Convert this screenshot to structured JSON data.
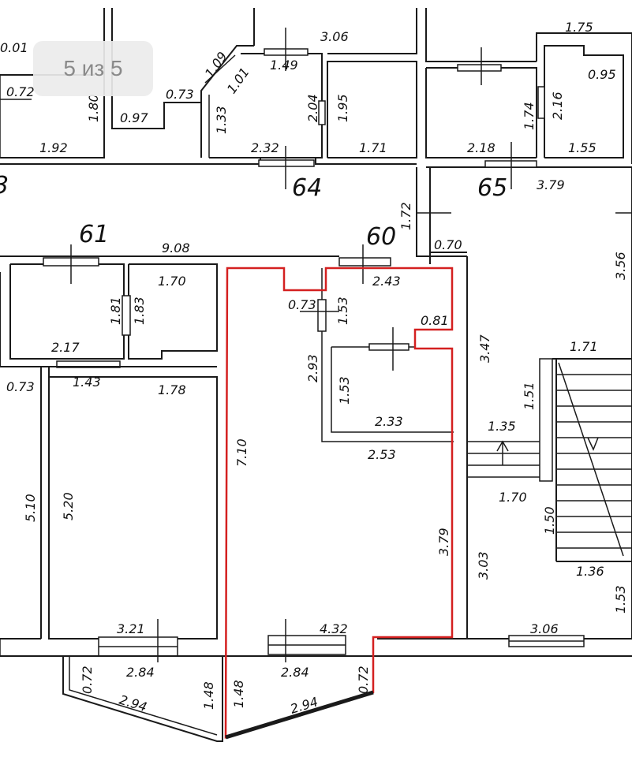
{
  "viewer": {
    "counter": "5 из 5"
  },
  "rooms": {
    "r61": "61",
    "r60": "60",
    "r64": "64",
    "r65": "65",
    "r_edge": "3"
  },
  "dims": {
    "d_001": "0.01",
    "d_072a": "0.72",
    "d_180": "1.80",
    "d_192": "1.92",
    "d_097": "0.97",
    "d_073a": "0.73",
    "d_109": "1.09",
    "d_101": "1.01",
    "d_149": "1.49",
    "d_306a": "3.06",
    "d_133": "1.33",
    "d_204": "2.04",
    "d_195": "1.95",
    "d_232": "2.32",
    "d_171a": "1.71",
    "d_175": "1.75",
    "d_095": "0.95",
    "d_174": "1.74",
    "d_216": "2.16",
    "d_218": "2.18",
    "d_155": "1.55",
    "d_379a": "3.79",
    "d_172": "1.72",
    "d_070": "0.70",
    "d_356": "3.56",
    "d_908": "9.08",
    "d_170a": "1.70",
    "d_181": "1.81",
    "d_183": "1.83",
    "d_217": "2.17",
    "d_143": "1.43",
    "d_178": "1.78",
    "d_073b": "0.73",
    "d_510": "5.10",
    "d_520": "5.20",
    "d_243": "2.43",
    "d_073c": "0.73",
    "d_153a": "1.53",
    "d_081": "0.81",
    "d_347": "3.47",
    "d_293": "2.93",
    "d_153b": "1.53",
    "d_233": "2.33",
    "d_253": "2.53",
    "d_710": "7.10",
    "d_379b": "3.79",
    "d_171b": "1.71",
    "d_151": "1.51",
    "d_135": "1.35",
    "d_170b": "1.70",
    "d_150": "1.50",
    "d_303": "3.03",
    "d_136": "1.36",
    "d_153c": "1.53",
    "d_321": "3.21",
    "d_432": "4.32",
    "d_306b": "3.06",
    "d_284a": "2.84",
    "d_284b": "2.84",
    "d_072b": "0.72",
    "d_294a": "2.94",
    "d_148a": "1.48",
    "d_148b": "1.48",
    "d_294b": "2.94",
    "d_072c": "0.72"
  }
}
